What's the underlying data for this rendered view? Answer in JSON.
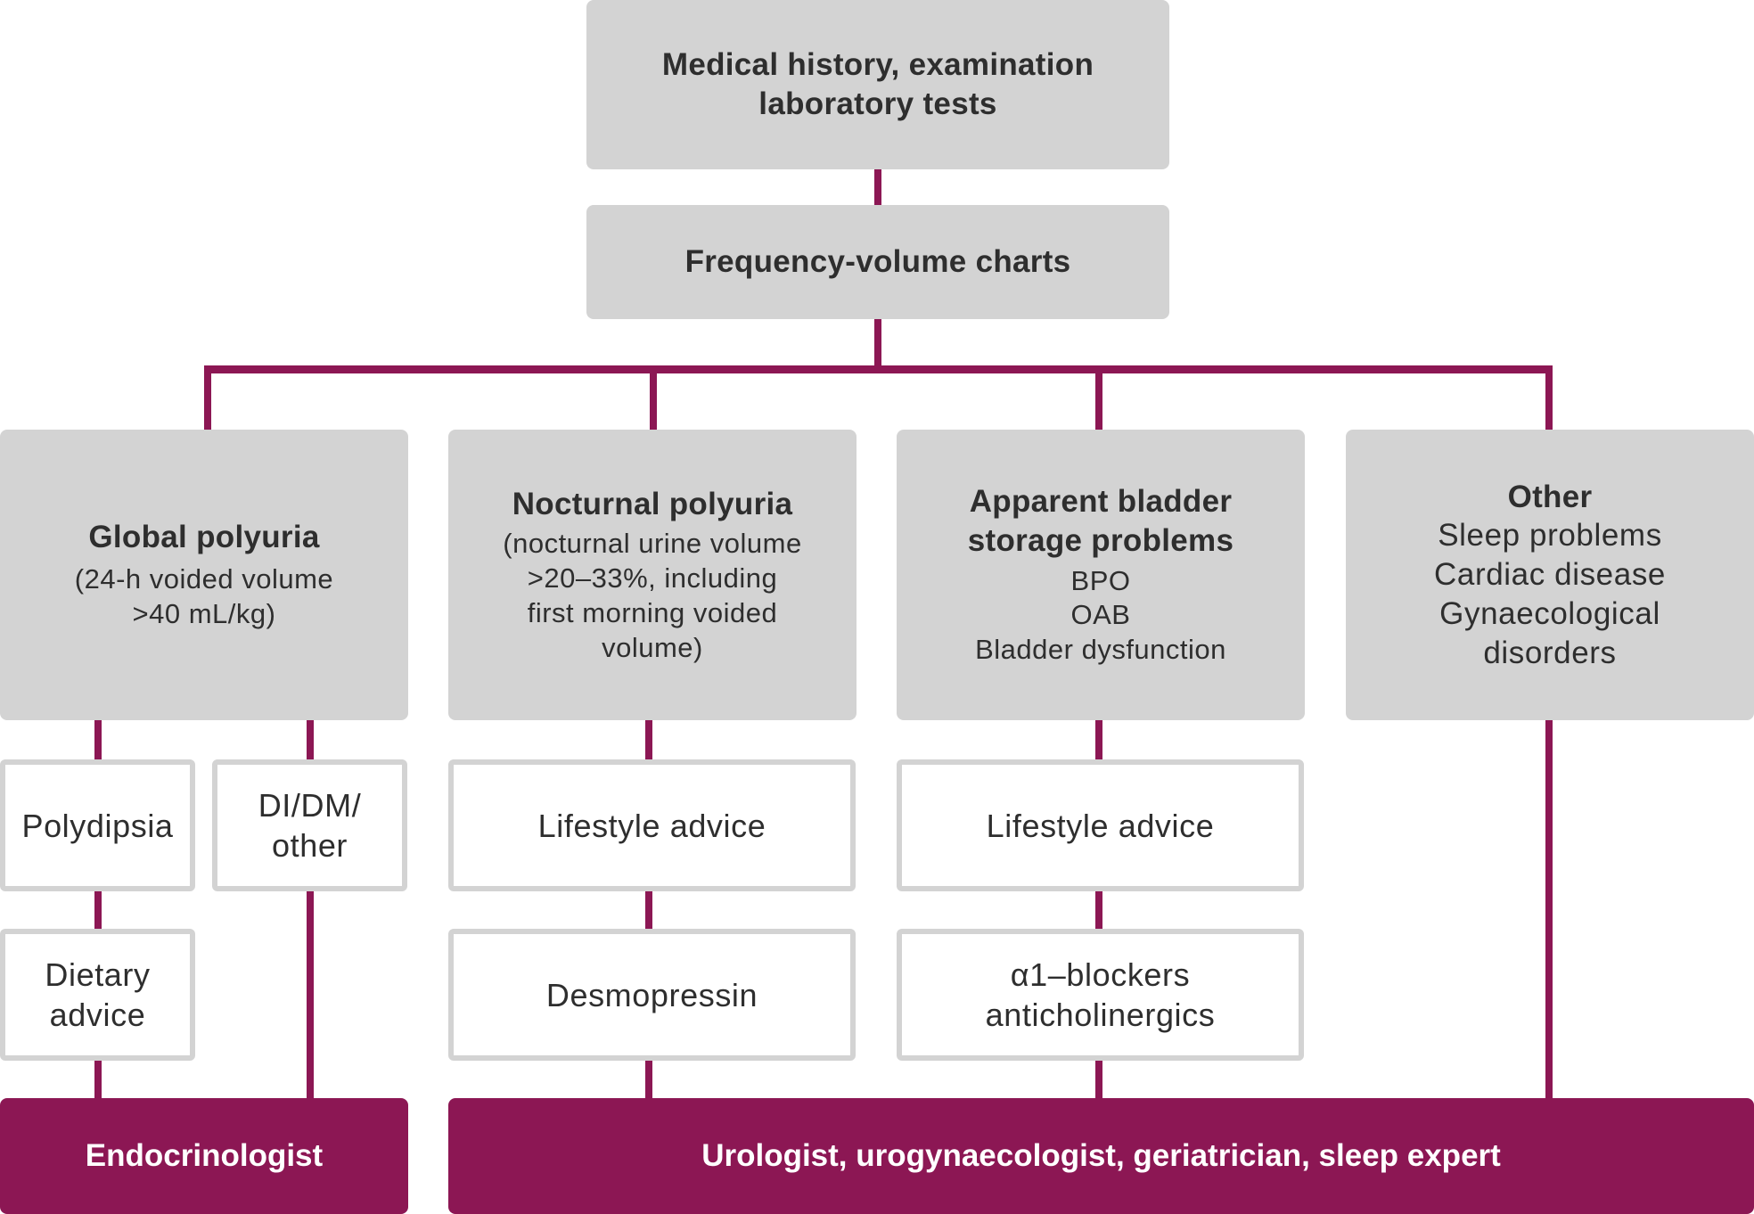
{
  "accent_color": "#8c1754",
  "box_color": "#d3d3d3",
  "top": {
    "line1": "Medical history, examination",
    "line2": "laboratory tests"
  },
  "fvc": "Frequency-volume charts",
  "global": {
    "title": "Global polyuria",
    "detail1": "(24-h voided volume",
    "detail2": ">40 mL/kg)",
    "branch_left": "Polydipsia",
    "branch_left_next1": "Dietary",
    "branch_left_next2": "advice",
    "branch_right1": "DI/DM/",
    "branch_right2": "other"
  },
  "nocturnal": {
    "title": "Nocturnal polyuria",
    "detail1": "(nocturnal urine volume",
    "detail2": ">20–33%, including",
    "detail3": "first morning voided",
    "detail4": "volume)",
    "step1": "Lifestyle advice",
    "step2": "Desmopressin"
  },
  "bladder": {
    "title1": "Apparent bladder",
    "title2": "storage problems",
    "item1": "BPO",
    "item2": "OAB",
    "item3": "Bladder dysfunction",
    "step1": "Lifestyle advice",
    "step2_line1": "α1–blockers",
    "step2_line2": "anticholinergics"
  },
  "other": {
    "title": "Other",
    "item1": "Sleep problems",
    "item2": "Cardiac disease",
    "item3": "Gynaecological",
    "item4": "disorders"
  },
  "referral_endocrinologist": "Endocrinologist",
  "referral_urology": "Urologist, urogynaecologist, geriatrician, sleep expert"
}
